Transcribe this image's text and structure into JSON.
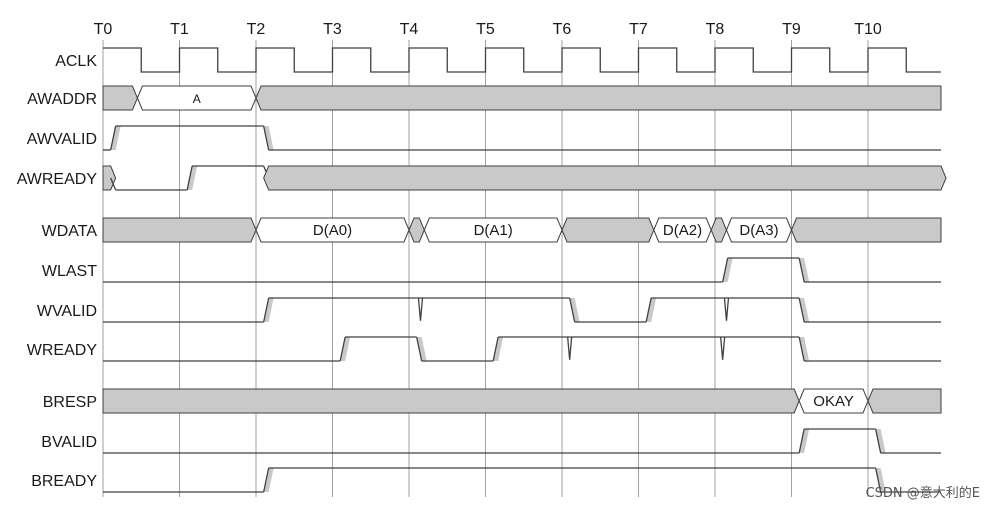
{
  "title": "",
  "watermark": "CSDN @意大利的E",
  "time_ticks": [
    "T0",
    "T1",
    "T2",
    "T3",
    "T4",
    "T5",
    "T6",
    "T7",
    "T8",
    "T9",
    "T10"
  ],
  "colors": {
    "line": "#404040",
    "invalid_fill": "#c9c9c9",
    "valid_fill": "#ffffff",
    "edge_fill": "#c9c9c9"
  },
  "signals": [
    {
      "id": "aclk",
      "label": "ACLK",
      "kind": "clock",
      "group": 0
    },
    {
      "id": "awaddr",
      "label": "AWADDR",
      "kind": "bus",
      "group": 0,
      "segments": [
        {
          "from": 0.45,
          "to": 2.0,
          "text": "A"
        }
      ]
    },
    {
      "id": "awvalid",
      "label": "AWVALID",
      "kind": "logic",
      "group": 0,
      "levels": [
        [
          0,
          0
        ],
        [
          0.1,
          1
        ],
        [
          2.1,
          0
        ]
      ]
    },
    {
      "id": "awready",
      "label": "AWREADY",
      "kind": "logic",
      "group": 0,
      "levels": [
        [
          0,
          "x"
        ],
        [
          0.1,
          0
        ],
        [
          1.1,
          1
        ],
        [
          2.1,
          "x"
        ]
      ]
    },
    {
      "id": "wdata",
      "label": "WDATA",
      "kind": "bus",
      "group": 1,
      "segments": [
        {
          "from": 2.0,
          "to": 4.0,
          "text": "D(A0)"
        },
        {
          "from": 4.2,
          "to": 6.0,
          "text": "D(A1)"
        },
        {
          "from": 7.2,
          "to": 7.95,
          "text": "D(A2)"
        },
        {
          "from": 8.15,
          "to": 9.0,
          "text": "D(A3)"
        }
      ]
    },
    {
      "id": "wlast",
      "label": "WLAST",
      "kind": "logic",
      "group": 1,
      "levels": [
        [
          0,
          0
        ],
        [
          8.1,
          1
        ],
        [
          9.1,
          0
        ]
      ]
    },
    {
      "id": "wvalid",
      "label": "WVALID",
      "kind": "logic",
      "group": 1,
      "levels": [
        [
          0,
          0
        ],
        [
          2.1,
          1
        ],
        [
          6.1,
          0
        ],
        [
          7.1,
          1
        ],
        [
          9.1,
          0
        ]
      ],
      "glitches": [
        4.15,
        8.15
      ]
    },
    {
      "id": "wready",
      "label": "WREADY",
      "kind": "logic",
      "group": 1,
      "levels": [
        [
          0,
          0
        ],
        [
          3.1,
          1
        ],
        [
          4.1,
          0
        ],
        [
          5.1,
          1
        ],
        [
          9.1,
          0
        ]
      ],
      "glitches": [
        6.1,
        8.1
      ]
    },
    {
      "id": "bresp",
      "label": "BRESP",
      "kind": "bus",
      "group": 2,
      "segments": [
        {
          "from": 9.1,
          "to": 10.0,
          "text": "OKAY"
        }
      ]
    },
    {
      "id": "bvalid",
      "label": "BVALID",
      "kind": "logic",
      "group": 2,
      "levels": [
        [
          0,
          0
        ],
        [
          9.1,
          1
        ],
        [
          10.1,
          0
        ]
      ]
    },
    {
      "id": "bready",
      "label": "BREADY",
      "kind": "logic",
      "group": 2,
      "levels": [
        [
          0,
          0
        ],
        [
          2.1,
          1
        ],
        [
          10.1,
          0
        ]
      ]
    }
  ]
}
